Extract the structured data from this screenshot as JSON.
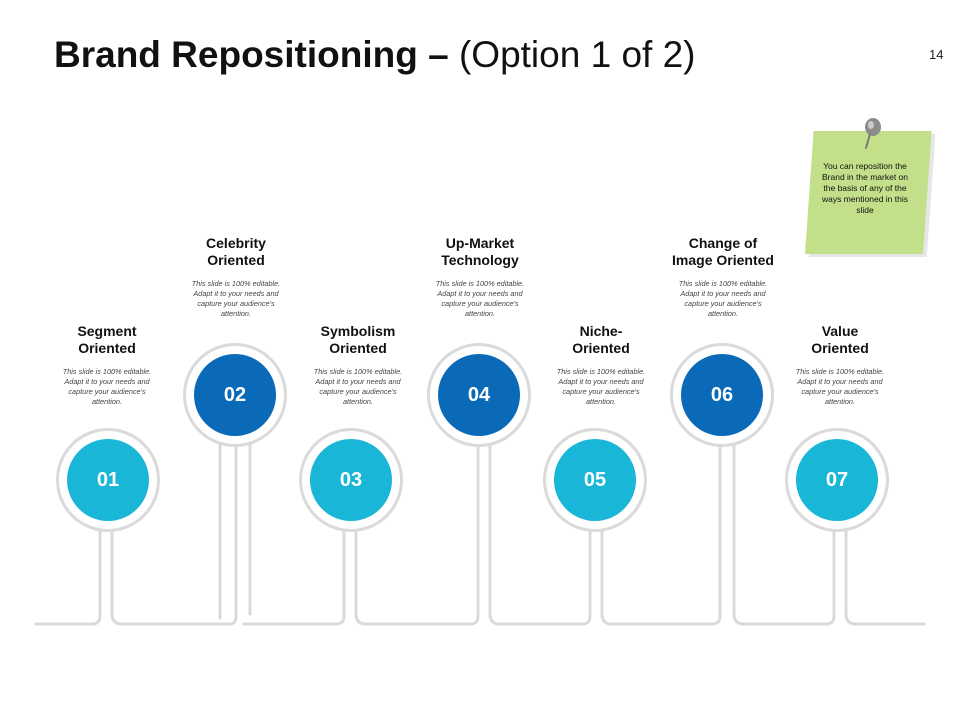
{
  "header": {
    "title_bold": "Brand Repositioning –",
    "title_normal": "(Option 1 of 2)",
    "page_number": "14"
  },
  "note": {
    "text": "You can reposition the Brand in the market on the basis of any of the ways mentioned in this slide",
    "color": "#c2e08a"
  },
  "colors": {
    "light_blue": "#1ab6d7",
    "dark_blue": "#0a6ab7",
    "ring_gray": "#dadada"
  },
  "steps": [
    {
      "number": "01",
      "title": "Segment\nOriented",
      "desc": "This slide is 100% editable. Adapt it to your needs and capture your audience's attention."
    },
    {
      "number": "02",
      "title": "Celebrity\nOriented",
      "desc": "This slide is 100% editable. Adapt it to your needs and capture your audience's attention."
    },
    {
      "number": "03",
      "title": "Symbolism\nOriented",
      "desc": "This slide is 100% editable. Adapt it to your needs and capture your audience's attention."
    },
    {
      "number": "04",
      "title": "Up-Market\nTechnology",
      "desc": "This slide is 100% editable. Adapt it to your needs and capture your audience's attention."
    },
    {
      "number": "05",
      "title": "Niche-\nOriented",
      "desc": "This slide is 100% editable. Adapt it to your needs and capture your audience's attention."
    },
    {
      "number": "06",
      "title": "Change of\nImage Oriented",
      "desc": "This slide is 100% editable. Adapt it to your needs and capture your audience's attention."
    },
    {
      "number": "07",
      "title": "Value\nOriented",
      "desc": "This slide is 100% editable. Adapt it to your needs and capture your audience's attention."
    }
  ]
}
